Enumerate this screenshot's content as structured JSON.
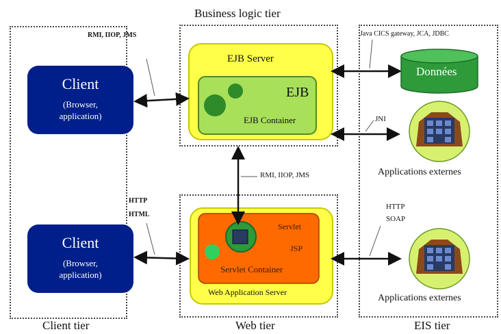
{
  "tiers": {
    "client": "Client tier",
    "business": "Business logic tier",
    "web": "Web tier",
    "eis": "EIS tier"
  },
  "clients": [
    {
      "title": "Client",
      "sub1": "(Browser,",
      "sub2": "application)"
    },
    {
      "title": "Client",
      "sub1": "(Browser,",
      "sub2": "application)"
    }
  ],
  "protocols": {
    "client_ejb": "RMI, IIOP, JMS",
    "http": "HTTP",
    "html": "HTML",
    "web_ejb": "RMI, IIOP, JMS",
    "eis_gateway": "Java CICS gateway, JCA, JDBC",
    "jni": "JNI",
    "http2": "HTTP",
    "soap": "SOAP"
  },
  "ejb": {
    "server": "EJB Server",
    "ejb": "EJB",
    "container": "EJB Container"
  },
  "web": {
    "servlet": "Servlet",
    "jsp": "JSP",
    "container": "Servlet Container",
    "server": "Web Application Server"
  },
  "eis": {
    "db": "Données",
    "app1": "Applications externes",
    "app2": "Applications externes"
  },
  "colors": {
    "client": "#001f8a",
    "server_yellow": "#ffff4a",
    "ejb_green": "#a8e05a",
    "servlet_orange": "#ff6a00",
    "db_green": "#2e9a3a",
    "app_green": "#d8f070"
  }
}
